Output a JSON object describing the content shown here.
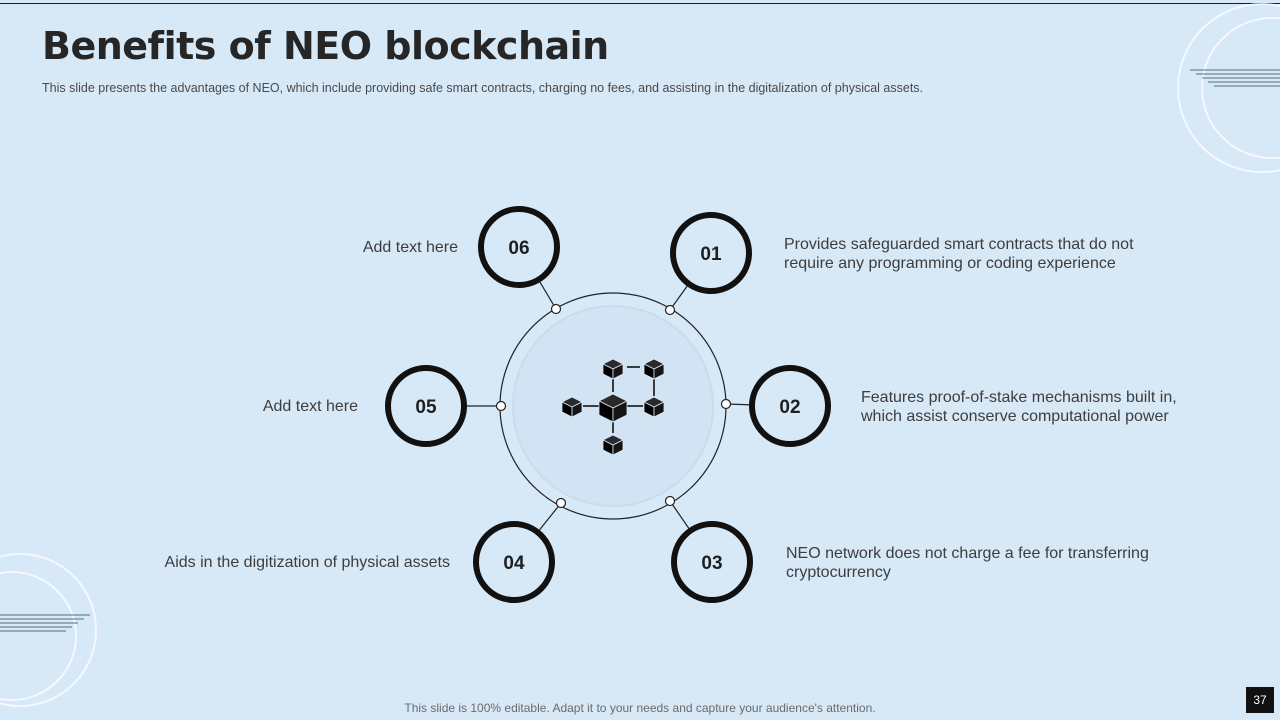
{
  "slide": {
    "title": "Benefits of NEO blockchain",
    "subtitle": "This slide presents the advantages  of NEO, which include providing  safe smart contracts, charging no fees, and assisting in the digitalization of physical assets.",
    "footer": "This slide is 100% editable. Adapt it to your needs and capture your audience's attention.",
    "page_number": "37"
  },
  "items": [
    {
      "num": "01",
      "lines": [
        "Provides safeguarded smart contracts that do not",
        "require any programming or coding experience"
      ]
    },
    {
      "num": "02",
      "lines": [
        "Features proof-of-stake mechanisms built in,",
        "which assist conserve computational power"
      ]
    },
    {
      "num": "03",
      "lines": [
        "NEO network does not charge a fee for transferring",
        "cryptocurrency"
      ]
    },
    {
      "num": "04",
      "lines": [
        "Aids in the digitization of physical assets"
      ]
    },
    {
      "num": "05",
      "lines": [
        "Add text here"
      ]
    },
    {
      "num": "06",
      "lines": [
        "Add text here"
      ]
    }
  ],
  "center_icon": "blockchain-cubes-icon",
  "colors": {
    "background": "#d7e8f7",
    "ring": "#111111",
    "text": "#3d3d3d"
  }
}
